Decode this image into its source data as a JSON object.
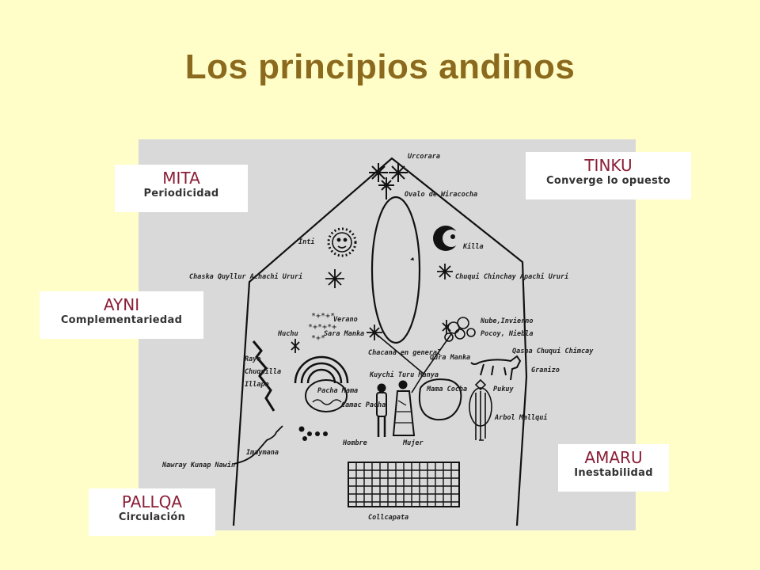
{
  "slide": {
    "title": "Los principios andinos"
  },
  "diagram": {
    "labels": {
      "urcorara": "Urcorara",
      "ovalo": "Ovalo de Wiracocha",
      "inti": "Inti",
      "killa": "Killa",
      "chaska": "Chaska Quyllur Achachi Ururi",
      "chuqui": "Chuqui Chinchay Apachi Ururi",
      "verano": "Verano",
      "huchu": "Huchu",
      "sara_manka": "Sara Manka",
      "nube": "Nube,Invierno",
      "pocoy": "Pocoy, Niebla",
      "chacana": "Chacana en general",
      "qura_manka": "Qura Manka",
      "qasha": "Qasha Chuqui Chimcay",
      "granizo": "Granizo",
      "rayo": "Rayo",
      "chuquilla": "Chuquilla",
      "illapa": "Illapa",
      "kuychi": "Kuychi Turu Manya",
      "pacha_mama": "Pacha Mama",
      "camac_pacha": "Camac Pacha",
      "mama_cocha": "Mama Cocha",
      "pukuy": "Pukuy",
      "arbol": "Arbol Mallqui",
      "hombre": "Hombre",
      "mujer": "Mujer",
      "imaymana": "Imaymana",
      "nawray": "Nawray Kunap Nawin",
      "collcapata": "Collcapata"
    }
  },
  "principles": [
    {
      "name": "MITA",
      "subtitle": "Periodicidad"
    },
    {
      "name": "TINKU",
      "subtitle": "Converge lo opuesto"
    },
    {
      "name": "AYNI",
      "subtitle": "Complementariedad"
    },
    {
      "name": "AMARU",
      "subtitle": "Inestabilidad"
    },
    {
      "name": "PALLQA",
      "subtitle": "Circulación"
    }
  ]
}
